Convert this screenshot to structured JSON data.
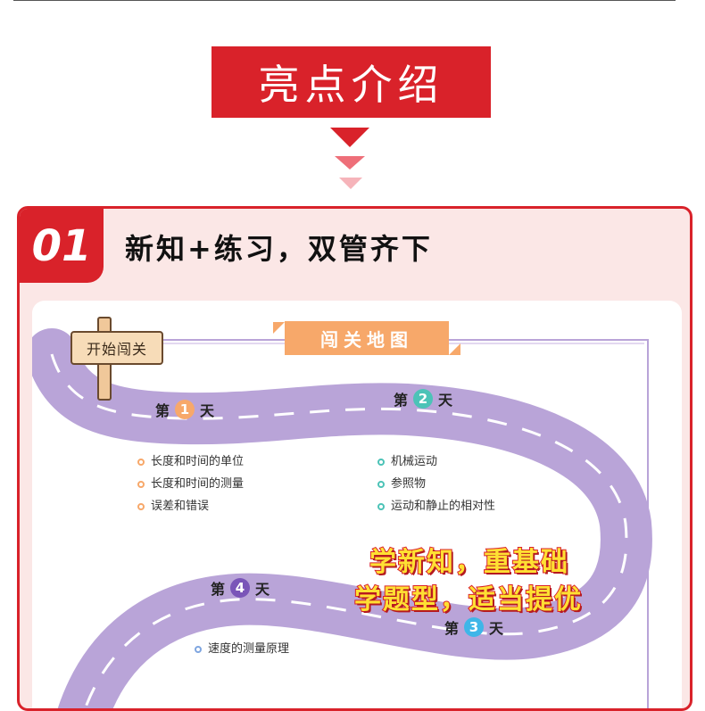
{
  "banner": {
    "title": "亮点介绍"
  },
  "section": {
    "number": "01",
    "title": "新知+练习，双管齐下"
  },
  "map": {
    "title": "闯关地图",
    "sign": "开始闯关",
    "day_prefix": "第",
    "day_suffix": "天",
    "days": [
      {
        "num": "1",
        "items": [
          "长度和时间的单位",
          "长度和时间的测量",
          "误差和错误"
        ]
      },
      {
        "num": "2",
        "items": [
          "机械运动",
          "参照物",
          "运动和静止的相对性"
        ]
      },
      {
        "num": "3",
        "items": []
      },
      {
        "num": "4",
        "items": [
          "速度的测量原理"
        ]
      }
    ],
    "slogan_line1": "学新知，重基础",
    "slogan_line2": "学题型，适当提优"
  },
  "colors": {
    "accent_red": "#d9222a",
    "road": "#b9a4d8",
    "map_title_bg": "#f7a86a",
    "card_bg": "#fbe7e6"
  }
}
